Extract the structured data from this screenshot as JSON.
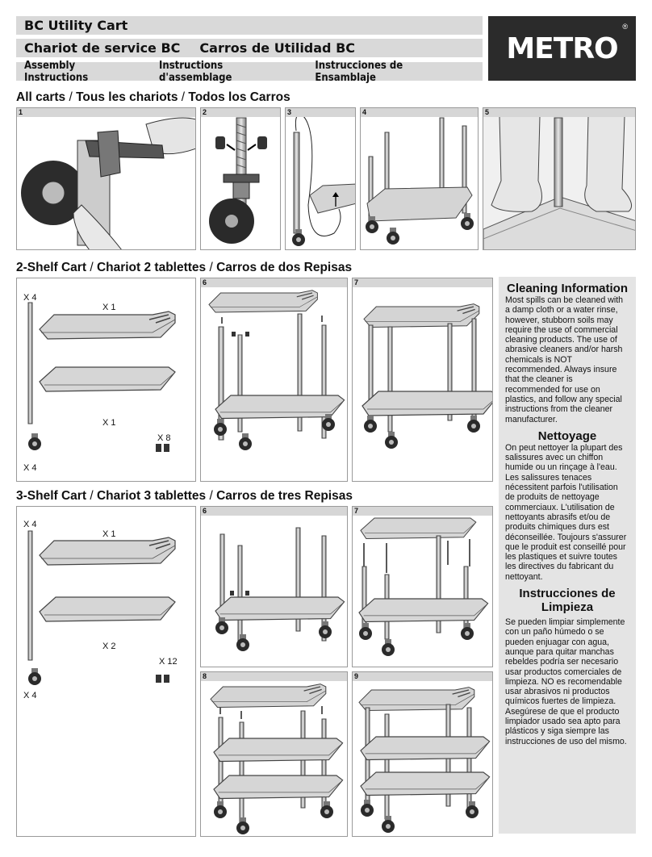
{
  "header": {
    "title_en": "BC Utility Cart",
    "title_fr": "Chariot de service BC",
    "title_es": "Carros de Utilidad BC",
    "sub_en": "Assembly Instructions",
    "sub_fr": "Instructions d'assemblage",
    "sub_es": "Instrucciones de Ensamblaje"
  },
  "logo": {
    "text": "METRO",
    "reg": "®"
  },
  "sections": {
    "all": {
      "a": "All carts",
      "b": "Tous les chariots",
      "c": "Todos los Carros",
      "sep": "/"
    },
    "two": {
      "a": "2-Shelf Cart",
      "b": "Chariot 2 tablettes",
      "c": "Carros de dos Repisas",
      "sep": "/"
    },
    "three": {
      "a": "3-Shelf Cart",
      "b": "Chariot 3 tablettes",
      "c": "Carros de tres Repisas",
      "sep": "/"
    }
  },
  "steps": {
    "s1": "1",
    "s2": "2",
    "s3": "3",
    "s4": "4",
    "s5": "5",
    "s6": "6",
    "s7": "7",
    "t6": "6",
    "t7": "7",
    "t8": "8",
    "t9": "9"
  },
  "parts_two": {
    "posts": "X 4",
    "shelf_top": "X 1",
    "shelf_bottom": "X 1",
    "clips": "X 8",
    "casters": "X 4"
  },
  "parts_three": {
    "posts": "X 4",
    "shelf_top": "X 1",
    "shelf_bottom": "X 2",
    "clips": "X 12",
    "casters": "X 4"
  },
  "cleaning": {
    "title_en": "Cleaning Information",
    "body_en": "Most spills can be cleaned with a damp cloth or a water rinse, however, stubborn soils may require the use of commercial cleaning products. The use of abrasive cleaners and/or harsh chemicals is NOT recommended. Always insure that the cleaner is recommended for use on plastics, and follow any special instructions from the cleaner manufacturer.",
    "title_fr": "Nettoyage",
    "body_fr": "On peut nettoyer la plupart des salissures avec un chiffon humide ou un rinçage à l'eau. Les salissures tenaces nécessitent parfois l'utilisation de produits de nettoyage commerciaux. L'utilisation de nettoyants abrasifs et/ou de produits chimiques durs est déconseillée. Toujours s'assurer que le produit est conseillé pour les plastiques et suivre toutes les directives du fabricant du nettoyant.",
    "title_es": "Instrucciones de Limpieza",
    "body_es": "Se pueden limpiar simplemente con un paño húmedo o se pueden enjuagar con agua, aunque para quitar manchas rebeldes podría ser necesario usar productos comerciales de limpieza. NO es recomendable usar abrasivos ni productos químicos fuertes de limpieza. Asegúrese de que el producto limpiador usado sea apto para plásticos y siga siempre las instrucciones de uso del mismo."
  }
}
